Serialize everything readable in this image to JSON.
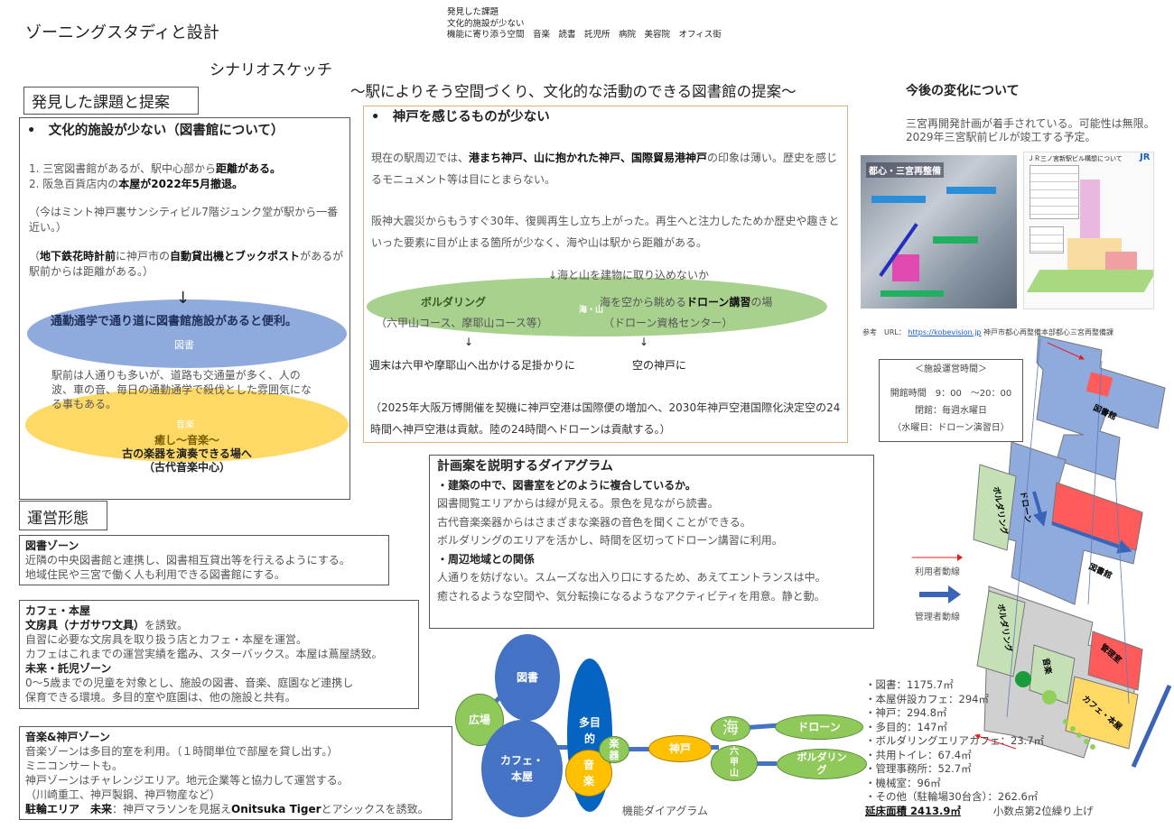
{
  "header": {
    "title": "ゾーニングスタディと設計",
    "notes": [
      "発見した課題",
      "文化的施設が少ない",
      "機能に寄り添う空間　音楽　読書　託児所　病院　美容院　オフィス街"
    ],
    "scenario": "シナリオスケッチ",
    "subtitle": "～駅によりそう空間づくり、文化的な活動のできる図書館の提案～"
  },
  "issues": {
    "section_label": "発見した課題と提案",
    "heading": "•　文化的施設が少ない（図書館について）",
    "item1_a": "1.  三宮図書館があるが、駅中心部から",
    "item1_b": "距離がある。",
    "item2_a": "2.  阪急百貨店内の",
    "item2_b": "本屋が2022年5月撤退。",
    "note1": "（今はミント神戸裏サンシティビル7階ジュンク堂が駅から一番近い。）",
    "note2_a": "（",
    "note2_b": "地下鉄花時計前",
    "note2_c": "に神戸市の",
    "note2_d": "自動貸出機とブックポスト",
    "note2_e": "があるが駅前からは距離がある。）",
    "arrow": "↓",
    "blue_text": "通勤通学で通り道に図書館施設があると便利。",
    "blue_label": "図書",
    "mid_text": "駅前は人通りも多いが、道路も交通量が多く、人の波、車の音、毎日の通勤通学で殺伐とした雰囲気になる事もある。",
    "yellow_label": "音楽",
    "yellow_text1": "癒し～音楽～",
    "yellow_text2": "古の楽器を演奏できる場へ",
    "yellow_text3": "（古代音楽中心）"
  },
  "kobe": {
    "heading": "•　神戸を感じるものが少ない",
    "p1_a": "現在の駅周辺では、",
    "p1_b": "港まち神戸、山に抱かれた神戸、国際貿易港神戸",
    "p1_c": "の印象は薄い。歴史を感じるモニュメント等は目にとまらない。",
    "p2": "阪神大震災からもうすぐ30年、復興再生し立ち上がった。再生へと注力したためか歴史や趣きといった要素に目が止まる箇所が少なく、海や山は駅から距離がある。",
    "arrow_text": "↓海と山を建物に取り込めないか",
    "ellipse_label": "海・山",
    "left_title": "ボルダリング",
    "left_sub": "（六甲山コース、摩耶山コース等）",
    "right_a": "海を空から眺める",
    "right_b": "ドローン講習",
    "right_c": "の場",
    "right_sub": "（ドローン資格センター）",
    "down_arrow": "↓",
    "left_result": "週末は六甲や摩耶山へ出かける足掛かりに",
    "right_result": "空の神戸に",
    "p3": "（2025年大阪万博開催を契機に神戸空港は国際便の増加へ、2030年神戸空港国際化決定空の24時間へ神戸空港は貢献。陸の24時間へドローンは貢献する。）"
  },
  "future": {
    "heading": "今後の変化について",
    "line1": "三宮再開発計画が着手されている。可能性は無限。",
    "line2": "2029年三宮駅前ビルが竣工する予定。",
    "img1_label": "都心・三宮再整備",
    "img2_label": "ＪＲ三ノ宮新駅ビル構想について",
    "img2_logo": "JR",
    "ref_label": "参考　URL：",
    "ref_link": "https://kobevision.jp",
    "ref_org": "神戸市都心再整備本部都心三宮再整備課"
  },
  "operation": {
    "section_label": "運営形態",
    "library": {
      "title": "図書ゾーン",
      "lines": [
        "近隣の中央図書館と連携し、図書相互貸出等を行えるようにする。",
        "地域住民や三宮で働く人も利用できる図書館にする。"
      ]
    },
    "cafe": {
      "title": "カフェ・本屋",
      "bold1": "文房具（ナガサワ文具）",
      "after1": "を誘致。",
      "lines": [
        "自習に必要な文房具を取り扱う店とカフェ・本屋を運営。",
        "カフェはこれまでの運営実績を鑑み、スターバックス。本屋は蔦屋誘致。"
      ],
      "title2": "未来・託児ゾーン",
      "lines2": [
        "0～5歳までの児童を対象とし、施設の図書、音楽、庭園など連携し",
        "保育できる環境。多目的室や庭園は、他の施設と共有。"
      ]
    },
    "music": {
      "title": "音楽&神戸ゾーン",
      "lines": [
        "音楽ゾーンは多目的室を利用。（１時間単位で部屋を貸し出す。）",
        "ミニコンサートも。",
        "神戸ゾーンはチャレンジエリア。地元企業等と協力して運営する。",
        "（川崎重工、神戸製鋼、神戸物産など）"
      ],
      "last_b1": "駐輪エリア　未来",
      "last_1": "：神戸マラソンを見据え",
      "last_b2": "Onitsuka Tiger",
      "last_2": "とアシックスを誘致。"
    }
  },
  "diagram_text": {
    "title": "計画案を説明するダイアグラム",
    "h1": "・建築の中で、図書室をどのように複合しているか。",
    "l1": "図書閲覧エリアからは緑が見える。景色を見ながら読書。",
    "l2": "古代音楽楽器からはさまざまな楽器の音色を聞くことができる。",
    "l3": "ボルダリングのエリアを活かし、時間を区切ってドローン講習に利用。",
    "h2": "・周辺地域との関係",
    "l4": "人通りを妨げない。スムーズな出入り口にするため、あえてエントランスは中。",
    "l5": "癒されるような空間や、気分転換になるようなアクティビティを用意。静と動。"
  },
  "function_diagram": {
    "caption": "機能ダイアグラム",
    "library": "図書",
    "plaza": "広場",
    "cafe": "カフェ・本屋",
    "multi": "多目的",
    "music": "音楽",
    "instrument": "楽器",
    "kobe": "神戸",
    "sea": "海",
    "rokko": "六甲山",
    "drone": "ドローン",
    "bouldering": "ボルダリング"
  },
  "hours": {
    "title": "＜施設運営時間＞",
    "open": "開館時間　9：00　～20：00",
    "closed": "閉館：毎週水曜日",
    "note": "（水曜日：ドローン演習日）"
  },
  "legend": {
    "user": "利用者動線",
    "admin": "管理者動線"
  },
  "plans": {
    "library": "図書館",
    "bouldering": "ボルダリング",
    "drone": "ドローン",
    "music": "音楽",
    "office": "管理室",
    "cafe": "カフェ・本屋"
  },
  "areas": {
    "items": [
      "・図書：1175.7㎡",
      "・本屋併設カフェ：294㎡",
      "・神戸：294.8㎡",
      "・多目的：147㎡",
      "・ボルダリングエリアカフェ：23.7㎡",
      "・共用トイレ：67.4㎡",
      "・管理事務所：52.7㎡",
      "・機械室：96㎡",
      "・その他（駐輪場30台含）：262.6㎡"
    ],
    "total": "延床面積 2413.9㎡",
    "rounding": "小数点第2位繰り上げ"
  },
  "colors": {
    "library_blue": "#4472c4",
    "light_blue": "#8faadc",
    "yellow": "#ffd966",
    "green": "#a9d18e",
    "orange": "#ffc000",
    "red": "#ff5b5b"
  }
}
